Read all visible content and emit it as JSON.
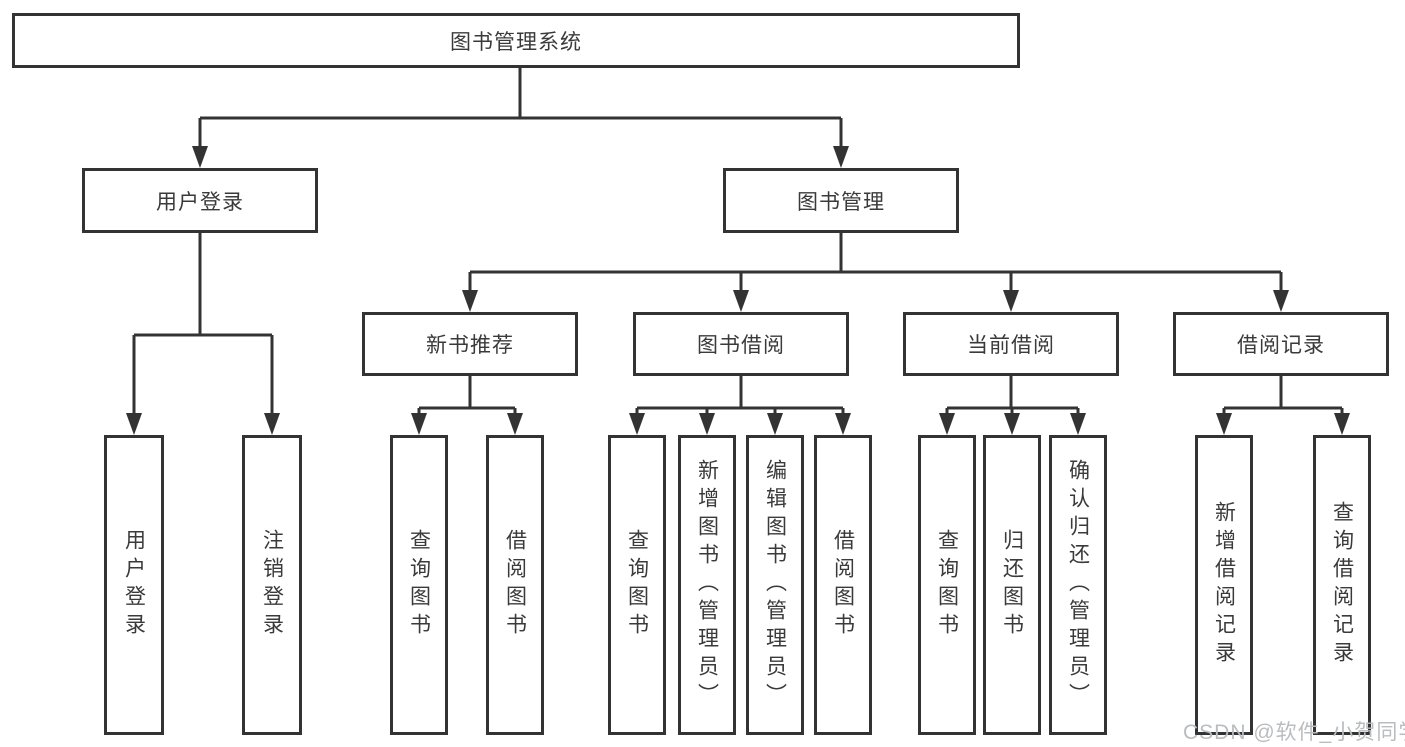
{
  "tree": {
    "root": "图书管理系统",
    "branches": [
      {
        "label": "用户登录",
        "leaves": [
          "用户登录",
          "注销登录"
        ]
      },
      {
        "label": "图书管理",
        "sections": [
          {
            "label": "新书推荐",
            "leaves": [
              "查询图书",
              "借阅图书"
            ]
          },
          {
            "label": "图书借阅",
            "leaves": [
              "查询图书",
              "新增图书（管理员）",
              "编辑图书（管理员）",
              "借阅图书"
            ]
          },
          {
            "label": "当前借阅",
            "leaves": [
              "查询图书",
              "归还图书",
              "确认归还（管理员）"
            ]
          },
          {
            "label": "借阅记录",
            "leaves": [
              "新增借阅记录",
              "查询借阅记录"
            ]
          }
        ]
      }
    ]
  },
  "watermark": "CSDN @软件_小贺同学",
  "colors": {
    "line": "#333333",
    "box_border": "#333333",
    "text": "#3a3a3a",
    "watermark": "#b9bdc0",
    "background": "#ffffff"
  }
}
